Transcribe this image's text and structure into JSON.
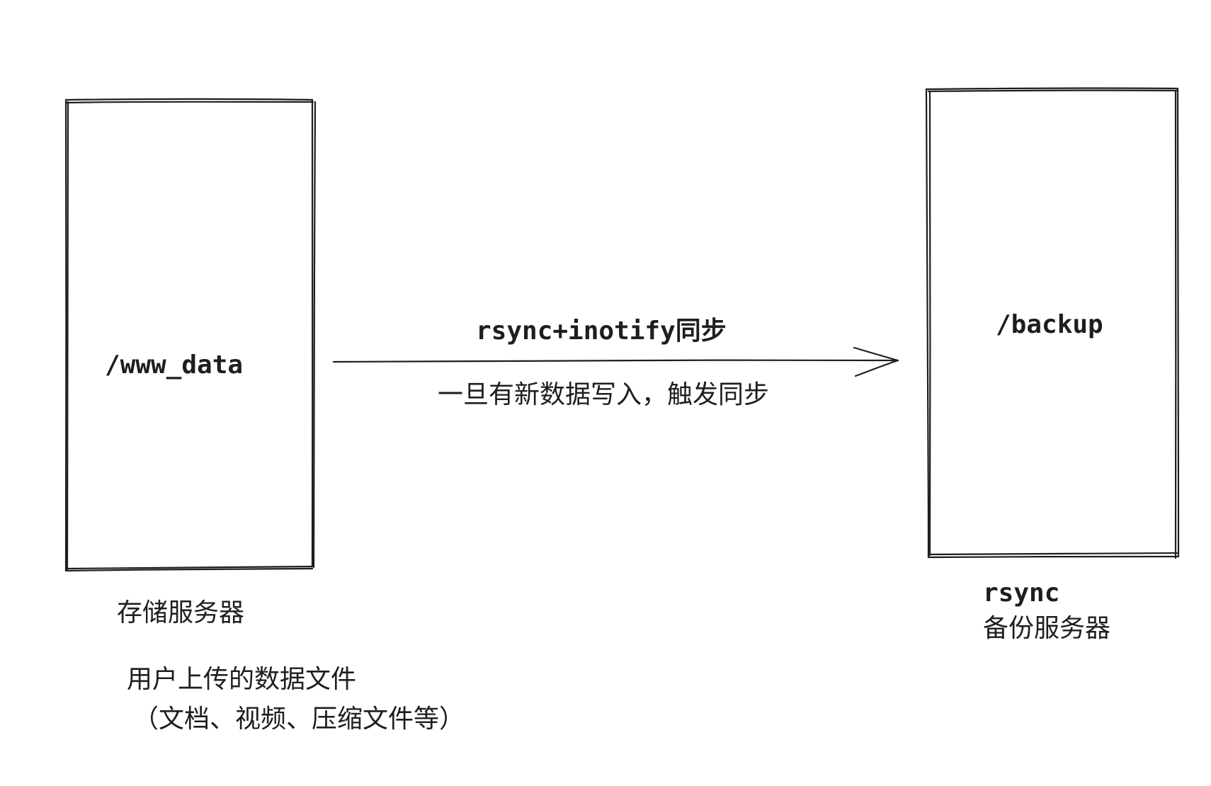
{
  "storage_server": {
    "path": "/www_data",
    "name": "存储服务器",
    "description_line1": "用户上传的数据文件",
    "description_line2": "（文档、视频、压缩文件等）"
  },
  "sync": {
    "method": "rsync+inotify同步",
    "description": "一旦有新数据写入，触发同步"
  },
  "backup_server": {
    "path": "/backup",
    "service": "rsync",
    "name": "备份服务器"
  },
  "colors": {
    "stroke": "#1e1e1e",
    "background": "#ffffff"
  }
}
